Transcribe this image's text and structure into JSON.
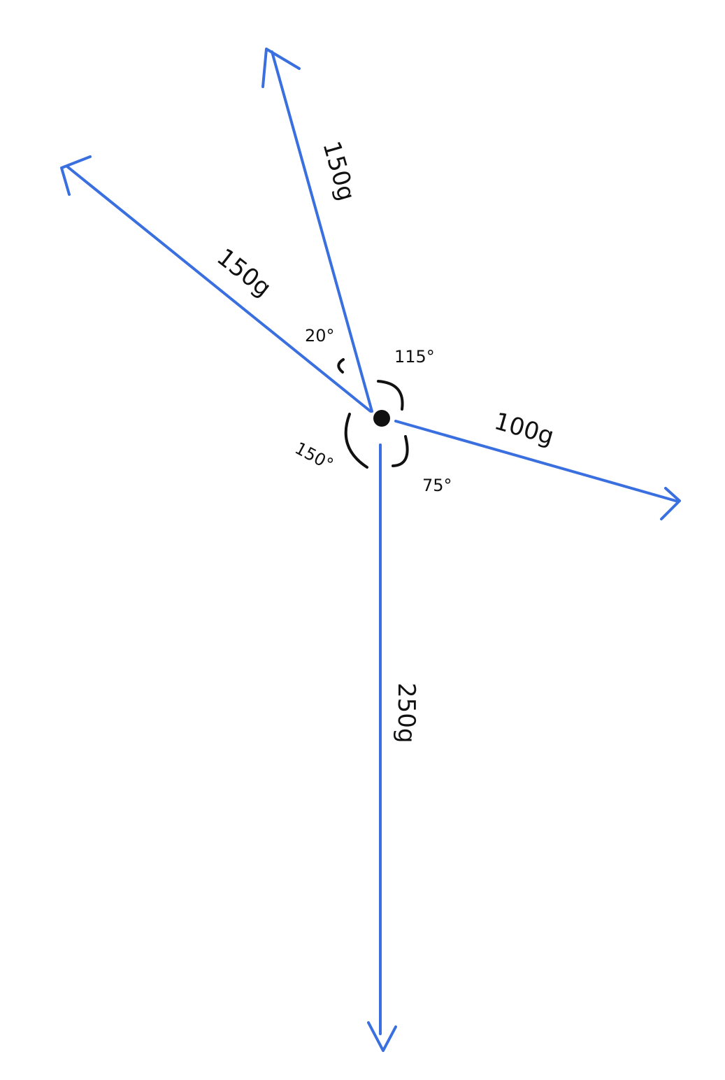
{
  "colors": {
    "vector": "#3a6fe0",
    "ink": "#111111",
    "background": "#ffffff"
  },
  "forces": [
    {
      "id": "up",
      "label": "150g"
    },
    {
      "id": "upper-left",
      "label": "150g"
    },
    {
      "id": "right",
      "label": "100g"
    },
    {
      "id": "down",
      "label": "250g"
    }
  ],
  "angles": [
    {
      "id": "between-upper-left-and-up",
      "label": "20°"
    },
    {
      "id": "between-up-and-right",
      "label": "115°"
    },
    {
      "id": "between-right-and-down",
      "label": "75°"
    },
    {
      "id": "between-down-and-upper-left",
      "label": "150°"
    }
  ]
}
